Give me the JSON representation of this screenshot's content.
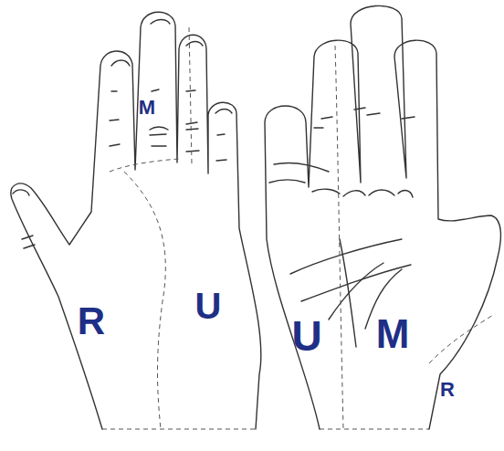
{
  "diagram": {
    "labels": [
      "M",
      "R",
      "U",
      "U",
      "M",
      "R"
    ]
  }
}
